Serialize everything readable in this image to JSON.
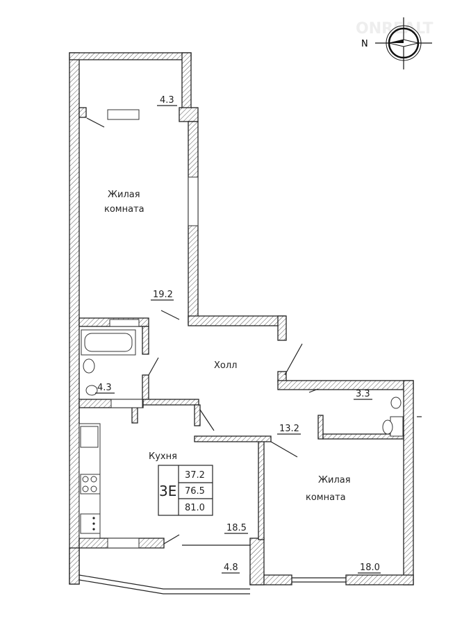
{
  "watermark": "ONREALT",
  "compass": {
    "north_label": "N"
  },
  "rooms": {
    "balcony_top_area": "4.3",
    "living_room_1": {
      "line1": "Жилая",
      "line2": "комната",
      "area": "19.2"
    },
    "hall": {
      "label": "Холл",
      "area": "13.2"
    },
    "bathroom_area": "4.3",
    "wc_area": "3.3",
    "kitchen": {
      "label": "Кухня",
      "area": "18.5"
    },
    "living_room_2": {
      "line1": "Жилая",
      "line2": "комната",
      "area": "18.0"
    },
    "balcony_bottom_area": "4.8"
  },
  "legend": {
    "type": "3E",
    "living_area": "37.2",
    "total_area": "76.5",
    "total_with_balconies": "81.0"
  }
}
